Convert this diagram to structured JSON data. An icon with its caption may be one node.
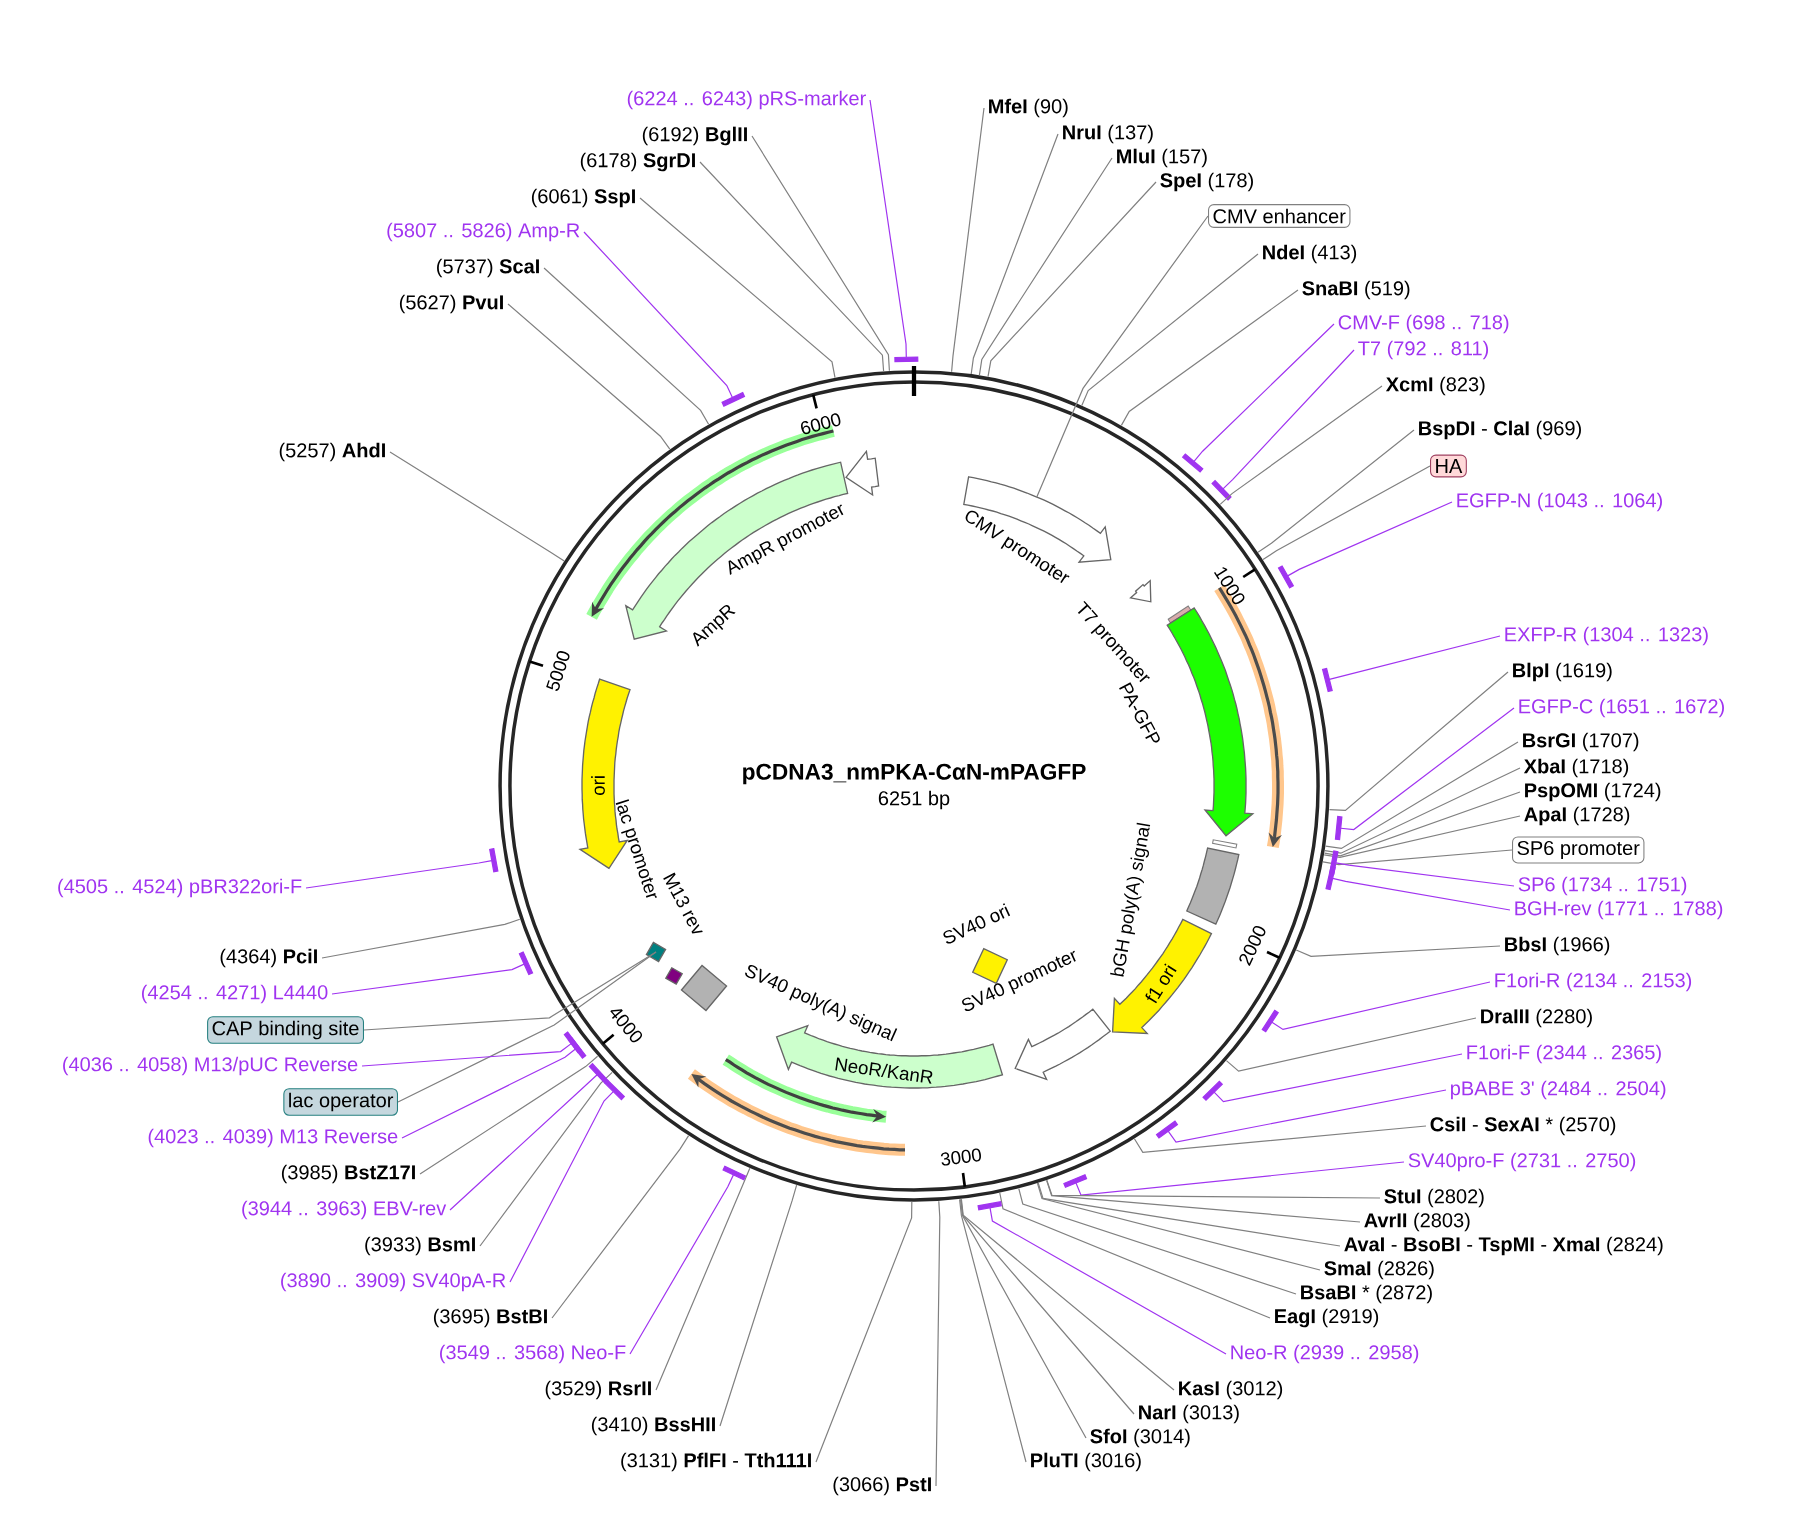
{
  "diagram": {
    "title": "pCDNA3_nmPKA-CαN-mPAGFP",
    "nodes": [
      {
        "text": [
          "(6224 .. 6243) pRS-marker"
        ]
      },
      {
        "text": [
          "(6192) **BglII**"
        ]
      },
      {
        "text": [
          "(6178) **SgrDI**"
        ]
      },
      {
        "text": [
          "(6061) **SspI**"
        ]
      },
      {
        "text": [
          "(5807 .. 5826) Amp-R"
        ]
      },
      {
        "text": [
          "(5737) **ScaI**"
        ]
      },
      {
        "text": [
          "(5627) **PvuI**"
        ]
      },
      {
        "text": [
          "(5257) **AhdI**"
        ]
      },
      {
        "text": [
          "**MfeI** (90)"
        ]
      },
      {
        "text": [
          "**NruI** (137)"
        ]
      },
      {
        "text": [
          "**MluI** (157)"
        ]
      },
      {
        "text": [
          "**SpeI** (178)"
        ]
      },
      {
        "text": [
          "CMV enhancer"
        ]
      },
      {
        "text": [
          "**NdeI** (413)"
        ]
      },
      {
        "text": [
          "**SnaBI** (519)"
        ]
      },
      {
        "text": [
          "CMV-F (698 .. 718)"
        ]
      },
      {
        "text": [
          "T7 (792 .. 811)"
        ]
      },
      {
        "text": [
          "**XcmI** (823)"
        ]
      },
      {
        "text": [
          "**BspDI** - **ClaI** (969)"
        ]
      },
      {
        "text": [
          "HA"
        ]
      },
      {
        "text": [
          "EGFP-N (1043 .. 1064)"
        ]
      },
      {
        "text": [
          "EXFP-R (1304 .. 1323)"
        ]
      },
      {
        "text": [
          "**BlpI** (1619)"
        ]
      },
      {
        "text": [
          "EGFP-C (1651 .. 1672)"
        ]
      },
      {
        "text": [
          "**BsrGI** (1707)"
        ]
      },
      {
        "text": [
          "**XbaI** (1718)"
        ]
      },
      {
        "text": [
          "**PspOMI** (1724)"
        ]
      },
      {
        "text": [
          "**ApaI** (1728)"
        ]
      },
      {
        "text": [
          "SP6 promoter"
        ]
      },
      {
        "text": [
          "SP6 (1734 .. 1751)"
        ]
      },
      {
        "text": [
          "BGH-rev (1771 .. 1788)"
        ]
      },
      {
        "text": [
          "**BbsI** (1966)"
        ]
      },
      {
        "text": [
          "F1ori-R (2134 .. 2153)"
        ]
      },
      {
        "text": [
          "**DraIII** (2280)"
        ]
      },
      {
        "text": [
          "F1ori-F (2344 .. 2365)"
        ]
      },
      {
        "text": [
          "pBABE 3' (2484 .. 2504)"
        ]
      },
      {
        "text": [
          "**CsiI** - **SexAI** * (2570)"
        ]
      },
      {
        "text": [
          "SV40pro-F (2731 .. 2750)"
        ]
      },
      {
        "text": [
          "**StuI** (2802)"
        ]
      },
      {
        "text": [
          "**AvrII** (2803)"
        ]
      },
      {
        "text": [
          "**AvaI** - **BsoBI** - **TspMI** - **XmaI** (2824)"
        ]
      },
      {
        "text": [
          "**SmaI** (2826)"
        ]
      },
      {
        "text": [
          "**BsaBI** * (2872)"
        ]
      },
      {
        "text": [
          "**EagI** (2919)"
        ]
      },
      {
        "text": [
          "Neo-R (2939 .. 2958)"
        ]
      },
      {
        "text": [
          "**KasI** (3012)"
        ]
      },
      {
        "text": [
          "**NarI** (3013)"
        ]
      },
      {
        "text": [
          "**SfoI** (3014)"
        ]
      },
      {
        "text": [
          "**PluTI** (3016)"
        ]
      },
      {
        "text": [
          "(3066) **PstI**"
        ]
      },
      {
        "text": [
          "(3131) **PflFI** - **Tth111I**"
        ]
      },
      {
        "text": [
          "(3410) **BssHII**"
        ]
      },
      {
        "text": [
          "(3529) **RsrII**"
        ]
      },
      {
        "text": [
          "(3549 .. 3568) Neo-F"
        ]
      },
      {
        "text": [
          "(3695) **BstBI**"
        ]
      },
      {
        "text": [
          "(3890 .. 3909) SV40pA-R"
        ]
      },
      {
        "text": [
          "(3933) **BsmI**"
        ]
      },
      {
        "text": [
          "(3944 .. 3963) EBV-rev"
        ]
      },
      {
        "text": [
          "(3985) **BstZ17I**"
        ]
      },
      {
        "text": [
          "(4023 .. 4039) M13 Reverse"
        ]
      },
      {
        "text": [
          "lac operator"
        ]
      },
      {
        "text": [
          "(4036 .. 4058) M13/pUC Reverse"
        ]
      },
      {
        "text": [
          "CAP binding site"
        ]
      },
      {
        "text": [
          "(4254 .. 4271) L4440"
        ]
      },
      {
        "text": [
          "(4364) **PciI**"
        ]
      },
      {
        "text": [
          "(4505 .. 4524) pBR322ori-F"
        ]
      },
      {
        "text": [],
        "shape": "circle"
      },
      {
        "text": [
          "CMV promoter"
        ],
        "in": 66
      },
      {
        "text": [
          "T7 promoter"
        ],
        "in": 66
      },
      {
        "text": [
          "PA-GFP"
        ],
        "in": 66
      },
      {
        "text": [
          "bGH poly(A) signal"
        ],
        "in": 66
      },
      {
        "text": [
          "f1 ori"
        ],
        "in": 66
      },
      {
        "text": [
          "SV40 promoter"
        ],
        "in": 66
      },
      {
        "text": [
          "SV40 ori"
        ],
        "in": 66
      },
      {
        "text": [
          "NeoR/KanR"
        ],
        "in": 66
      },
      {
        "text": [
          "SV40 poly(A) signal"
        ],
        "in": 66
      },
      {
        "text": [
          "M13 rev"
        ],
        "in": 66
      },
      {
        "text": [
          "lac promoter"
        ],
        "in": 66
      },
      {
        "text": [
          "ori"
        ],
        "in": 66
      },
      {
        "text": [
          "AmpR"
        ],
        "in": 66
      },
      {
        "text": [
          "AmpR promoter"
        ],
        "in": 66
      }
    ],
    "edges": [
      {
        "from": 0,
        "to": 66,
        "arrow": "other",
        "color": "#a034f0"
      },
      {
        "from": 1,
        "to": 66,
        "arrow": "none"
      },
      {
        "from": 2,
        "to": 66,
        "arrow": "none"
      },
      {
        "from": 3,
        "to": 66,
        "arrow": "none"
      },
      {
        "from": 4,
        "to": 66,
        "arrow": "other",
        "color": "#a034f0"
      },
      {
        "from": 5,
        "to": 66,
        "arrow": "none"
      },
      {
        "from": 6,
        "to": 66,
        "arrow": "none"
      },
      {
        "from": 7,
        "to": 66,
        "arrow": "none"
      },
      {
        "from": 8,
        "to": 66,
        "arrow": "none"
      },
      {
        "from": 9,
        "to": 66,
        "arrow": "none"
      },
      {
        "from": 10,
        "to": 66,
        "arrow": "none"
      },
      {
        "from": 11,
        "to": 66,
        "arrow": "none"
      },
      {
        "from": 12,
        "to": 67,
        "arrow": "none"
      },
      {
        "from": 13,
        "to": 66,
        "arrow": "none"
      },
      {
        "from": 14,
        "to": 66,
        "arrow": "none"
      },
      {
        "from": 15,
        "to": 66,
        "arrow": "other",
        "color": "#a034f0"
      },
      {
        "from": 16,
        "to": 66,
        "arrow": "other",
        "color": "#a034f0"
      },
      {
        "from": 17,
        "to": 66,
        "arrow": "none"
      },
      {
        "from": 18,
        "to": 66,
        "arrow": "none"
      },
      {
        "from": 19,
        "to": 66,
        "arrow": "none"
      },
      {
        "from": 20,
        "to": 66,
        "arrow": "other",
        "color": "#a034f0"
      },
      {
        "from": 21,
        "to": 66,
        "arrow": "other",
        "color": "#a034f0"
      },
      {
        "from": 22,
        "to": 66,
        "arrow": "none"
      },
      {
        "from": 23,
        "to": 66,
        "arrow": "other",
        "color": "#a034f0"
      },
      {
        "from": 24,
        "to": 66,
        "arrow": "none"
      },
      {
        "from": 25,
        "to": 66,
        "arrow": "none"
      },
      {
        "from": 26,
        "to": 66,
        "arrow": "none"
      },
      {
        "from": 27,
        "to": 66,
        "arrow": "none"
      },
      {
        "from": 28,
        "to": 66,
        "arrow": "none"
      },
      {
        "from": 29,
        "to": 66,
        "arrow": "other",
        "color": "#a034f0"
      },
      {
        "from": 30,
        "to": 66,
        "arrow": "other",
        "color": "#a034f0"
      },
      {
        "from": 31,
        "to": 66,
        "arrow": "none"
      },
      {
        "from": 32,
        "to": 66,
        "arrow": "other",
        "color": "#a034f0"
      },
      {
        "from": 33,
        "to": 66,
        "arrow": "none"
      },
      {
        "from": 34,
        "to": 66,
        "arrow": "other",
        "color": "#a034f0"
      },
      {
        "from": 35,
        "to": 66,
        "arrow": "other",
        "color": "#a034f0"
      },
      {
        "from": 36,
        "to": 66,
        "arrow": "none"
      },
      {
        "from": 37,
        "to": 66,
        "arrow": "other",
        "color": "#a034f0"
      },
      {
        "from": 38,
        "to": 66,
        "arrow": "none"
      },
      {
        "from": 39,
        "to": 66,
        "arrow": "none"
      },
      {
        "from": 40,
        "to": 66,
        "arrow": "none"
      },
      {
        "from": 41,
        "to": 66,
        "arrow": "none"
      },
      {
        "from": 42,
        "to": 66,
        "arrow": "none"
      },
      {
        "from": 43,
        "to": 66,
        "arrow": "none"
      },
      {
        "from": 44,
        "to": 66,
        "arrow": "other",
        "color": "#a034f0"
      },
      {
        "from": 45,
        "to": 66,
        "arrow": "none"
      },
      {
        "from": 46,
        "to": 66,
        "arrow": "none"
      },
      {
        "from": 47,
        "to": 66,
        "arrow": "none"
      },
      {
        "from": 48,
        "to": 66,
        "arrow": "none"
      },
      {
        "from": 49,
        "to": 66,
        "arrow": "none"
      },
      {
        "from": 50,
        "to": 66,
        "arrow": "none"
      },
      {
        "from": 51,
        "to": 66,
        "arrow": "none"
      },
      {
        "from": 52,
        "to": 66,
        "arrow": "none"
      },
      {
        "from": 53,
        "to": 66,
        "arrow": "other",
        "color": "#a034f0"
      },
      {
        "from": 54,
        "to": 66,
        "arrow": "none"
      },
      {
        "from": 55,
        "to": 66,
        "arrow": "other",
        "color": "#a034f0"
      },
      {
        "from": 56,
        "to": 66,
        "arrow": "none"
      },
      {
        "from": 57,
        "to": 66,
        "arrow": "other",
        "color": "#a034f0"
      },
      {
        "from": 58,
        "to": 66,
        "arrow": "none"
      },
      {
        "from": 59,
        "to": 66,
        "arrow": "other",
        "color": "#a034f0"
      },
      {
        "from": 60,
        "to": 77,
        "arrow": "none"
      },
      {
        "from": 61,
        "to": 66,
        "arrow": "other",
        "color": "#a034f0"
      },
      {
        "from": 62,
        "to": 77,
        "arrow": "none"
      },
      {
        "from": 63,
        "to": 66,
        "arrow": "other",
        "color": "#a034f0"
      },
      {
        "from": 64,
        "to": 66,
        "arrow": "none"
      },
      {
        "from": 65,
        "to": 66,
        "arrow": "other",
        "color": "#a034f0"
      }
    ],
    "labels": [
      "6251 bp",
      "1000",
      "2000",
      "3000",
      "4000",
      "5000",
      "6000"
    ]
  }
}
